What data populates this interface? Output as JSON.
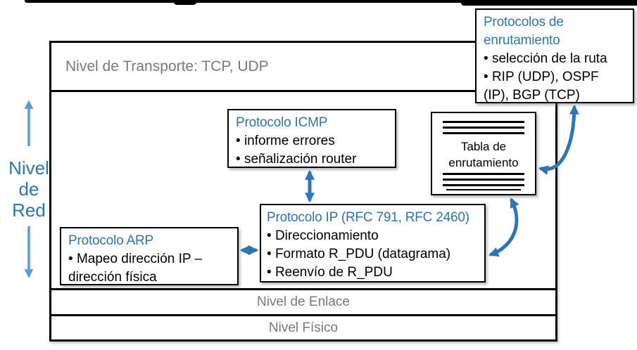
{
  "colors": {
    "blue": "#2E75B6",
    "lightblue": "#5B9BD5",
    "gray": "#7A7A7A"
  },
  "side_label": {
    "lines": [
      "Nivel",
      "de",
      "Red"
    ]
  },
  "layers": {
    "transport": "Nivel de Transporte: TCP, UDP",
    "link": "Nivel de Enlace",
    "physical": "Nivel Físico"
  },
  "boxes": {
    "icmp": {
      "title": "Protocolo ICMP",
      "bullets": [
        "informe errores",
        "señalización router"
      ]
    },
    "routing": {
      "title": "Protocolos de enrutamiento",
      "bullets": [
        "selección de la ruta",
        "RIP (UDP), OSPF (IP), BGP (TCP)"
      ]
    },
    "routing_table": {
      "label": "Tabla de enrutamiento"
    },
    "ip": {
      "title": "Protocolo IP (RFC 791, RFC 2460)",
      "bullets": [
        "Direccionamiento",
        "Formato R_PDU (datagrama)",
        "Reenvío de R_PDU"
      ]
    },
    "arp": {
      "title": "Protocolo ARP",
      "bullets": [
        "Mapeo dirección IP – dirección física"
      ]
    }
  }
}
